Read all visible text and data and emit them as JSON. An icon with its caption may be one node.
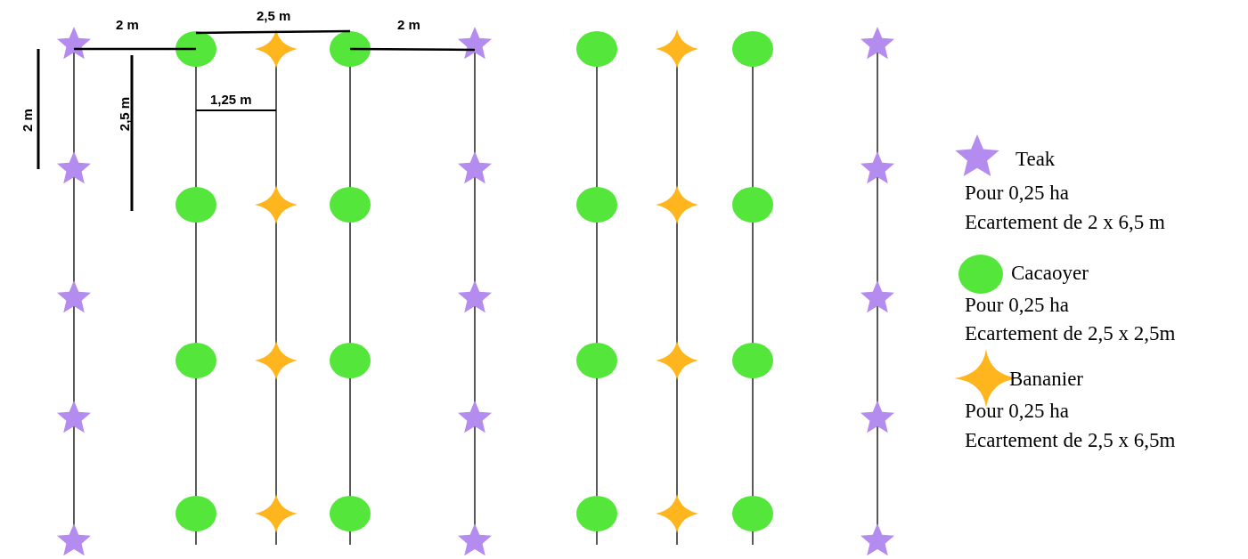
{
  "diagram": {
    "labels": [
      "2 m",
      "2,5 m",
      "2 m",
      "2 m",
      "2,5 m",
      "1,25 m",
      "Pour 0,25 ha",
      "Ecartement de 2 x 6,5 m",
      "Pour 0,25 ha",
      "Ecartement de 2,5 x 2,5m",
      "Pour 0,25 ha",
      "Ecartement de 2,5 x 6,5m"
    ],
    "legend": [
      {
        "text": "Teak"
      },
      {
        "text": "Cacaoyer"
      },
      {
        "text": "Bananier"
      }
    ]
  }
}
